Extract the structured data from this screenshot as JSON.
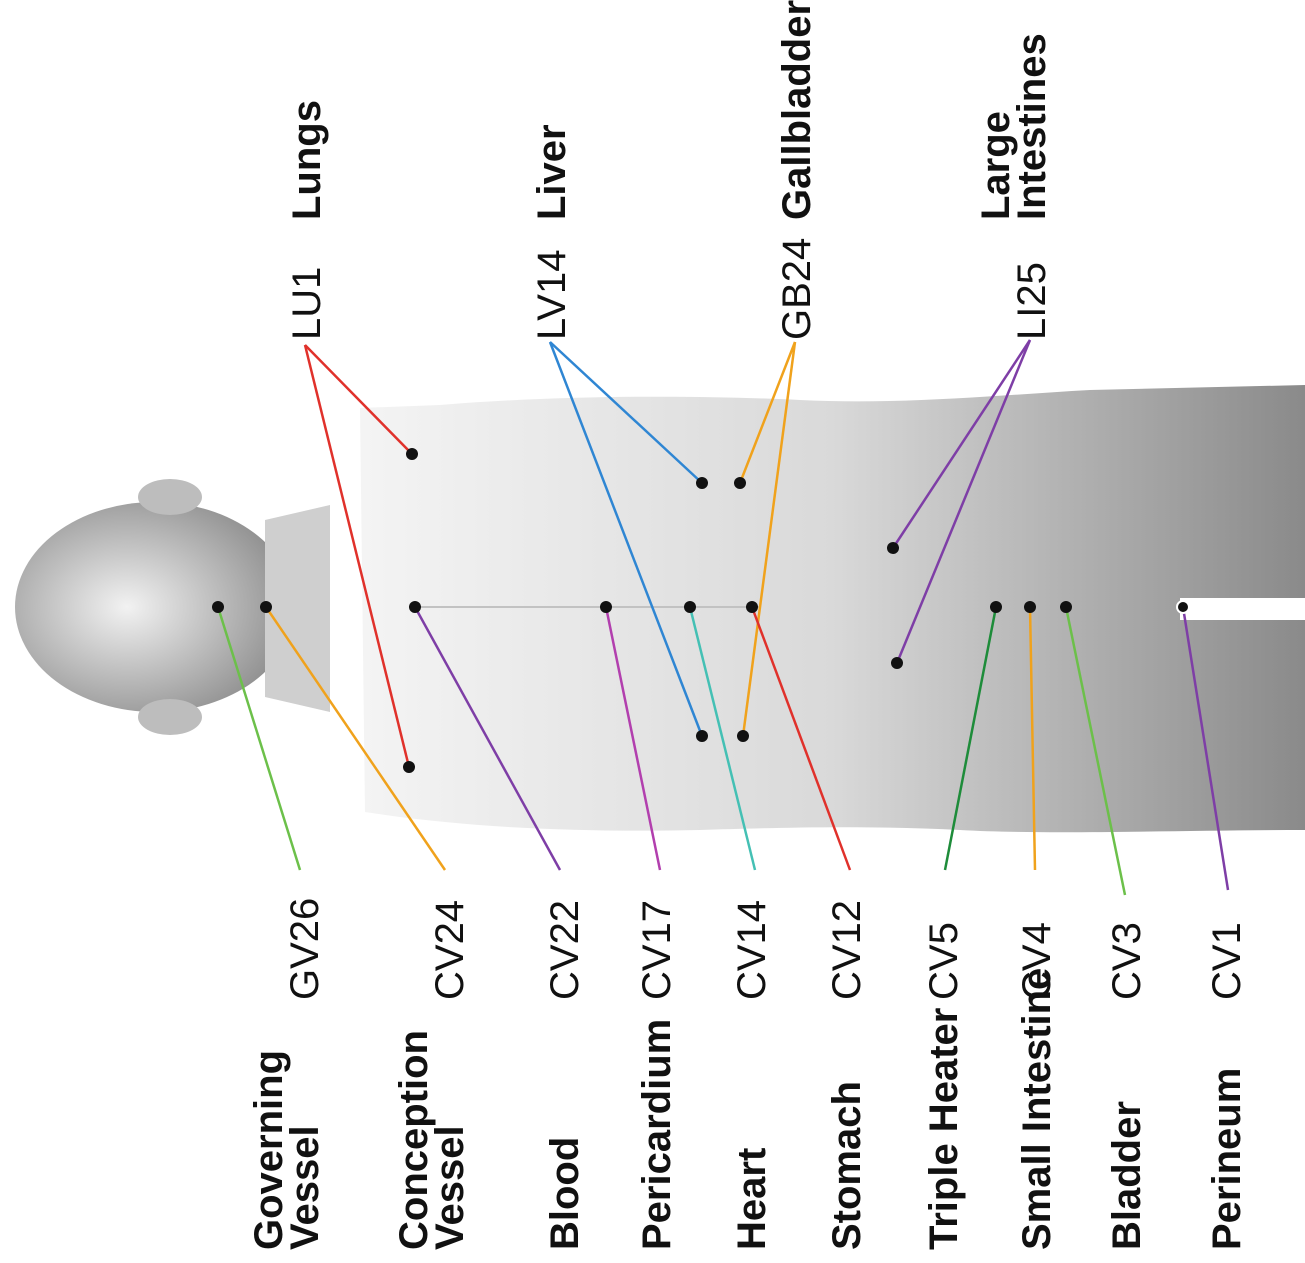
{
  "diagram": {
    "top_points": [
      {
        "code": "LU1",
        "organ": [
          "Lungs"
        ],
        "line_color": "#e0312b"
      },
      {
        "code": "LV14",
        "organ": [
          "Liver"
        ],
        "line_color": "#2f86d3"
      },
      {
        "code": "GB24",
        "organ": [
          "Gallbladder"
        ],
        "line_color": "#f0a21c"
      },
      {
        "code": "LI25",
        "organ": [
          "Large",
          "Intestines"
        ],
        "line_color": "#7e3ea6"
      }
    ],
    "bottom_points": [
      {
        "code": "GV26",
        "organ": [
          "Governing",
          "Vessel"
        ],
        "line_color": "#6cc04a"
      },
      {
        "code": "CV24",
        "organ": [
          "Conception",
          "Vessel"
        ],
        "line_color": "#f0a21c"
      },
      {
        "code": "CV22",
        "organ": [
          "Blood"
        ],
        "line_color": "#7e3ea6"
      },
      {
        "code": "CV17",
        "organ": [
          "Pericardium"
        ],
        "line_color": "#b23fae"
      },
      {
        "code": "CV14",
        "organ": [
          "Heart"
        ],
        "line_color": "#44c0b4"
      },
      {
        "code": "CV12",
        "organ": [
          "Stomach"
        ],
        "line_color": "#e0312b"
      },
      {
        "code": "CV5",
        "organ": [
          "Triple Heater"
        ],
        "line_color": "#1e8c3a"
      },
      {
        "code": "CV4",
        "organ": [
          "Small Intestine"
        ],
        "line_color": "#f0a21c"
      },
      {
        "code": "CV3",
        "organ": [
          "Bladder"
        ],
        "line_color": "#6cc04a"
      },
      {
        "code": "CV1",
        "organ": [
          "Perineum"
        ],
        "line_color": "#7e3ea6"
      }
    ]
  }
}
